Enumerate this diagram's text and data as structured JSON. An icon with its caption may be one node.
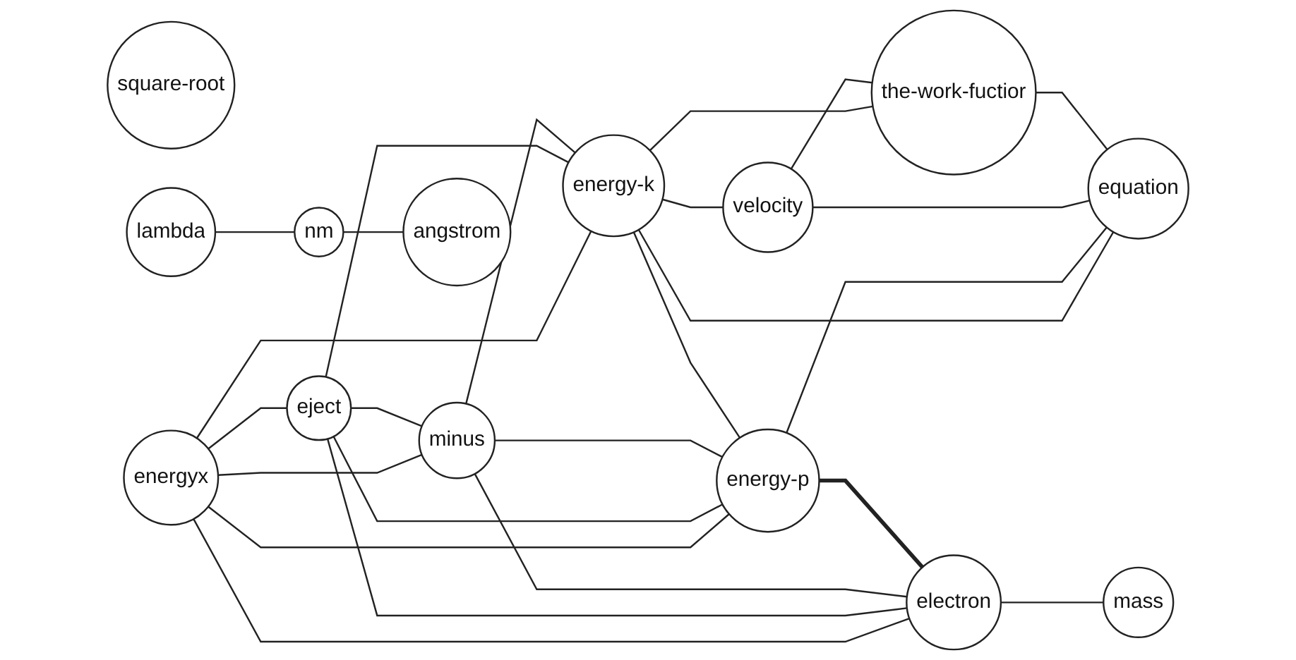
{
  "diagram": {
    "nodes": [
      {
        "text": [
          "square-root"
        ]
      },
      {
        "text": [
          "velocity"
        ]
      },
      {
        "text": [
          "energyx"
        ]
      },
      {
        "text": [
          "the-work-fuctior"
        ]
      },
      {
        "text": [
          "energy-k"
        ]
      },
      {
        "text": [
          "eject"
        ]
      },
      {
        "text": [
          "equation"
        ]
      },
      {
        "text": [
          "energy-p"
        ]
      },
      {
        "text": [
          "minus"
        ]
      },
      {
        "text": [
          "lambda"
        ]
      },
      {
        "text": [
          "electron"
        ]
      },
      {
        "text": [
          "angstrom"
        ]
      },
      {
        "text": [
          "nm"
        ]
      },
      {
        "text": [
          "mass"
        ]
      }
    ],
    "edges": [
      {
        "from": 2,
        "to": 4,
        "arrow": "none"
      },
      {
        "from": 2,
        "to": 5,
        "arrow": "none"
      },
      {
        "from": 2,
        "to": 8,
        "arrow": "none"
      },
      {
        "from": 2,
        "to": 10,
        "arrow": "none"
      },
      {
        "from": 2,
        "to": 7,
        "arrow": "none"
      },
      {
        "from": 5,
        "to": 4,
        "arrow": "none"
      },
      {
        "from": 5,
        "to": 8,
        "arrow": "none"
      },
      {
        "from": 5,
        "to": 10,
        "arrow": "none"
      },
      {
        "from": 5,
        "to": 7,
        "arrow": "none"
      },
      {
        "from": 8,
        "to": 4,
        "arrow": "none"
      },
      {
        "from": 8,
        "to": 7,
        "arrow": "none"
      },
      {
        "from": 8,
        "to": 10,
        "arrow": "none"
      },
      {
        "from": 4,
        "to": 7,
        "arrow": "none"
      },
      {
        "from": 4,
        "to": 1,
        "arrow": "none"
      },
      {
        "from": 4,
        "to": 3,
        "arrow": "none"
      },
      {
        "from": 4,
        "to": 6,
        "arrow": "none"
      },
      {
        "from": 7,
        "to": 6,
        "arrow": "none"
      },
      {
        "from": 7,
        "to": 10,
        "arrow": "none",
        "style": "thick"
      },
      {
        "from": 1,
        "to": 3,
        "arrow": "none"
      },
      {
        "from": 1,
        "to": 6,
        "arrow": "none"
      },
      {
        "from": 3,
        "to": 6,
        "arrow": "none"
      },
      {
        "from": 10,
        "to": 13,
        "arrow": "none"
      },
      {
        "from": 9,
        "to": 12,
        "arrow": "none"
      },
      {
        "from": 12,
        "to": 11,
        "arrow": "none"
      }
    ]
  }
}
